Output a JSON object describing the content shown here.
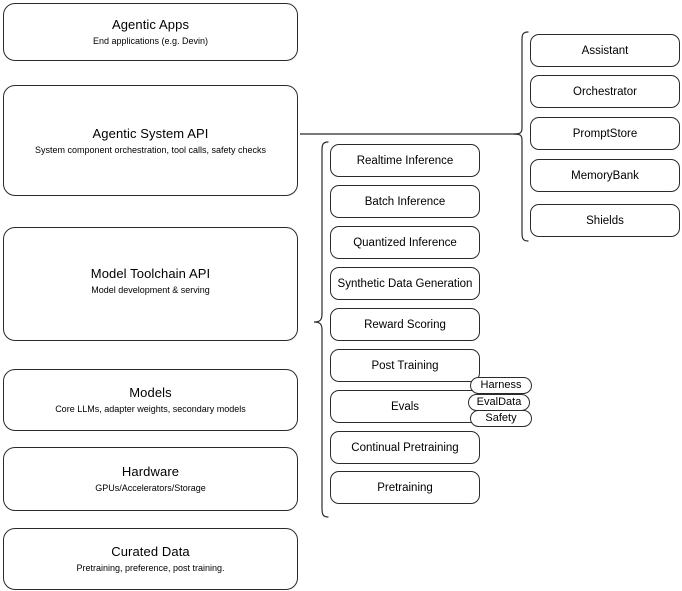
{
  "diagram": {
    "type": "layered-stack-diagram",
    "background_color": "#ffffff",
    "stroke_color": "#2b2b2b",
    "text_color": "#000000",
    "layers": [
      {
        "title": "Agentic Apps",
        "subtitle": "End applications (e.g. Devin)"
      },
      {
        "title": "Agentic System API",
        "subtitle": "System component orchestration, tool calls, safety checks"
      },
      {
        "title": "Model Toolchain API",
        "subtitle": "Model development & serving"
      },
      {
        "title": "Models",
        "subtitle": "Core LLMs, adapter weights, secondary models"
      },
      {
        "title": "Hardware",
        "subtitle": "GPUs/Accelerators/Storage"
      },
      {
        "title": "Curated Data",
        "subtitle": "Pretraining, preference, post training."
      }
    ],
    "agentic_system_components": [
      {
        "label": "Assistant"
      },
      {
        "label": "Orchestrator"
      },
      {
        "label": "PromptStore"
      },
      {
        "label": "MemoryBank"
      },
      {
        "label": "Shields"
      }
    ],
    "model_toolchain_components": [
      {
        "label": "Realtime Inference"
      },
      {
        "label": "Batch Inference"
      },
      {
        "label": "Quantized Inference"
      },
      {
        "label": "Synthetic Data Generation"
      },
      {
        "label": "Reward Scoring"
      },
      {
        "label": "Post Training"
      },
      {
        "label": "Evals"
      },
      {
        "label": "Continual Pretraining"
      },
      {
        "label": "Pretraining"
      }
    ],
    "evals_subcomponents": [
      {
        "label": "Harness"
      },
      {
        "label": "EvalData"
      },
      {
        "label": "Safety"
      }
    ]
  }
}
